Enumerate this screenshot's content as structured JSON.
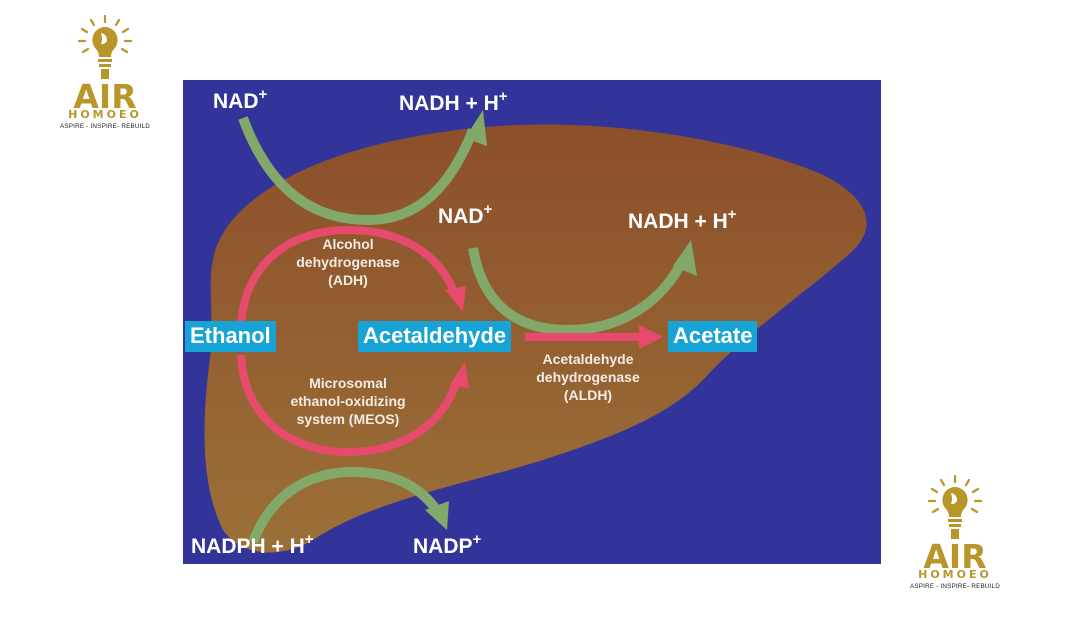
{
  "logo": {
    "name": "AIR",
    "brand": "HOMOEO",
    "tagline": "ASPIRE - INSPIRE- REBUILD",
    "color": "#b8962a"
  },
  "diagram": {
    "colors": {
      "background": "#33349a",
      "liver": "#8e5a30",
      "green_arrow": "#82a86a",
      "pink_arrow": "#e64a6c",
      "box": "#17a3d6"
    },
    "compounds": {
      "ethanol": "Ethanol",
      "acetaldehyde": "Acetaldehyde",
      "acetate": "Acetate"
    },
    "cofactors": {
      "adh_in": {
        "base": "NAD",
        "sup": "+"
      },
      "adh_out": {
        "base": "NADH + H",
        "sup": "+"
      },
      "aldh_in": {
        "base": "NAD",
        "sup": "+"
      },
      "aldh_out": {
        "base": "NADH + H",
        "sup": "+"
      },
      "meos_in": {
        "base": "NADPH + H",
        "sup": "+"
      },
      "meos_out": {
        "base": "NADP",
        "sup": "+"
      }
    },
    "enzymes": {
      "adh": [
        "Alcohol",
        "dehydrogenase",
        "(ADH)"
      ],
      "meos": [
        "Microsomal",
        "ethanol-oxidizing",
        "system (MEOS)"
      ],
      "aldh": [
        "Acetaldehyde",
        "dehydrogenase",
        "(ALDH)"
      ]
    }
  }
}
